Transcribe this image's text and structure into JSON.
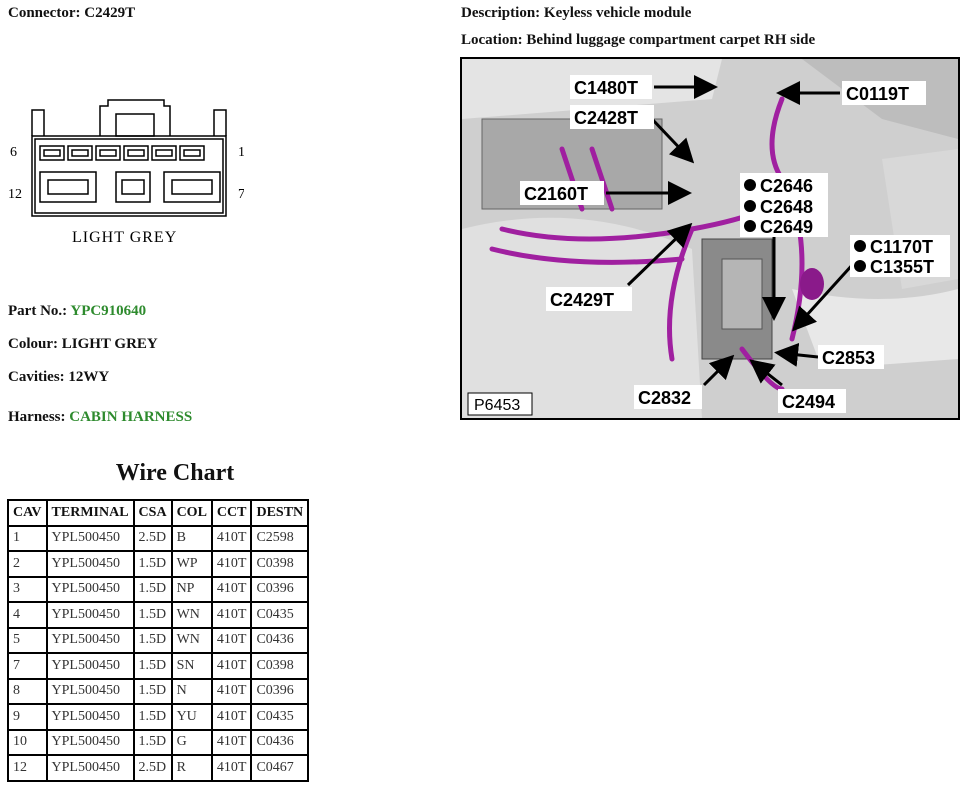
{
  "header": {
    "connector_label": "Connector:",
    "connector_value": "C2429T",
    "description_label": "Description:",
    "description_value": "Keyless vehicle module",
    "location_label": "Location:",
    "location_value": "Behind luggage compartment carpet RH side"
  },
  "connector_diagram": {
    "pin_top_left": "6",
    "pin_top_right": "1",
    "pin_bottom_left": "12",
    "pin_bottom_right": "7",
    "colour_caption": "LIGHT GREY"
  },
  "details": {
    "part_label": "Part No.:",
    "part_value": "YPC910640",
    "colour_label": "Colour:",
    "colour_value": "LIGHT GREY",
    "cavities_label": "Cavities:",
    "cavities_value": "12WY",
    "harness_label": "Harness:",
    "harness_value": "CABIN HARNESS"
  },
  "photo": {
    "ref": "P6453",
    "labels": {
      "c1480t": "C1480T",
      "c0119t": "C0119T",
      "c2428t": "C2428T",
      "c2160t": "C2160T",
      "c2646": "C2646",
      "c2648": "C2648",
      "c2649": "C2649",
      "c1170t": "C1170T",
      "c1355t": "C1355T",
      "c2429t": "C2429T",
      "c2853": "C2853",
      "c2832": "C2832",
      "c2494": "C2494"
    }
  },
  "wire_chart": {
    "title": "Wire Chart",
    "headers": [
      "CAV",
      "TERMINAL",
      "CSA",
      "COL",
      "CCT",
      "DESTN"
    ],
    "rows": [
      [
        "1",
        "YPL500450",
        "2.5D",
        "B",
        "410T",
        "C2598"
      ],
      [
        "2",
        "YPL500450",
        "1.5D",
        "WP",
        "410T",
        "C0398"
      ],
      [
        "3",
        "YPL500450",
        "1.5D",
        "NP",
        "410T",
        "C0396"
      ],
      [
        "4",
        "YPL500450",
        "1.5D",
        "WN",
        "410T",
        "C0435"
      ],
      [
        "5",
        "YPL500450",
        "1.5D",
        "WN",
        "410T",
        "C0436"
      ],
      [
        "7",
        "YPL500450",
        "1.5D",
        "SN",
        "410T",
        "C0398"
      ],
      [
        "8",
        "YPL500450",
        "1.5D",
        "N",
        "410T",
        "C0396"
      ],
      [
        "9",
        "YPL500450",
        "1.5D",
        "YU",
        "410T",
        "C0435"
      ],
      [
        "10",
        "YPL500450",
        "1.5D",
        "G",
        "410T",
        "C0436"
      ],
      [
        "12",
        "YPL500450",
        "2.5D",
        "R",
        "410T",
        "C0467"
      ]
    ]
  },
  "colors": {
    "accent_green": "#2e8b2e",
    "harness_magenta": "#a020a0"
  }
}
